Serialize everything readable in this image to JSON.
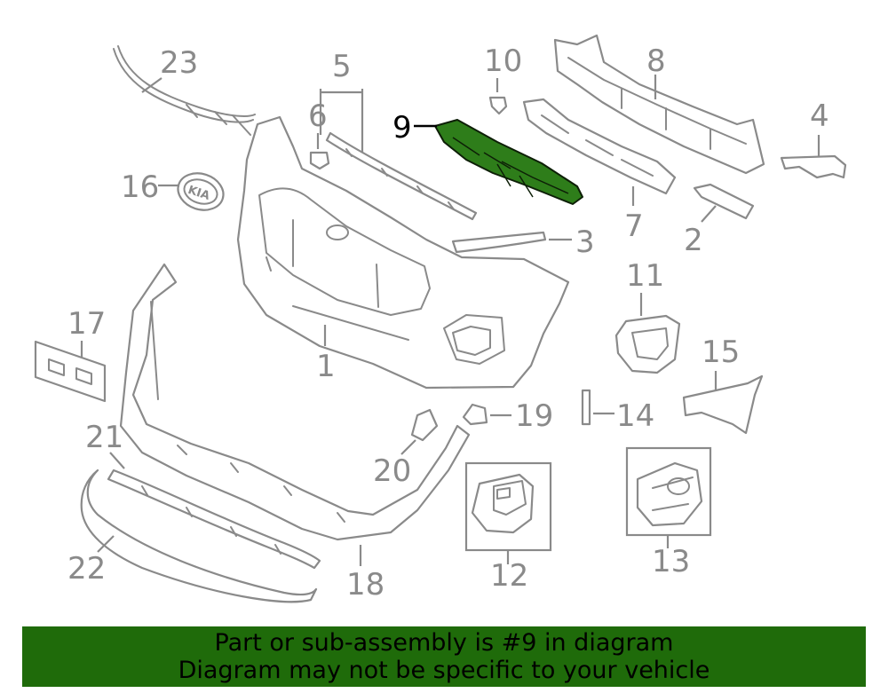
{
  "callouts": {
    "c1": "1",
    "c2": "2",
    "c3": "3",
    "c4": "4",
    "c5": "5",
    "c6": "6",
    "c7": "7",
    "c8": "8",
    "c9": "9",
    "c10": "10",
    "c11": "11",
    "c12": "12",
    "c13": "13",
    "c14": "14",
    "c15": "15",
    "c16": "16",
    "c17": "17",
    "c18": "18",
    "c19": "19",
    "c20": "20",
    "c21": "21",
    "c22": "22",
    "c23": "23"
  },
  "highlighted_part": "9",
  "colors": {
    "highlight_fill": "#2e7d1a",
    "banner_background": "#1f6b0a",
    "line_art": "#8a8a8a",
    "text": "#000000"
  },
  "banner": {
    "line1": "Part or sub-assembly is #9 in diagram",
    "line2": "Diagram may not be specific to your vehicle"
  }
}
